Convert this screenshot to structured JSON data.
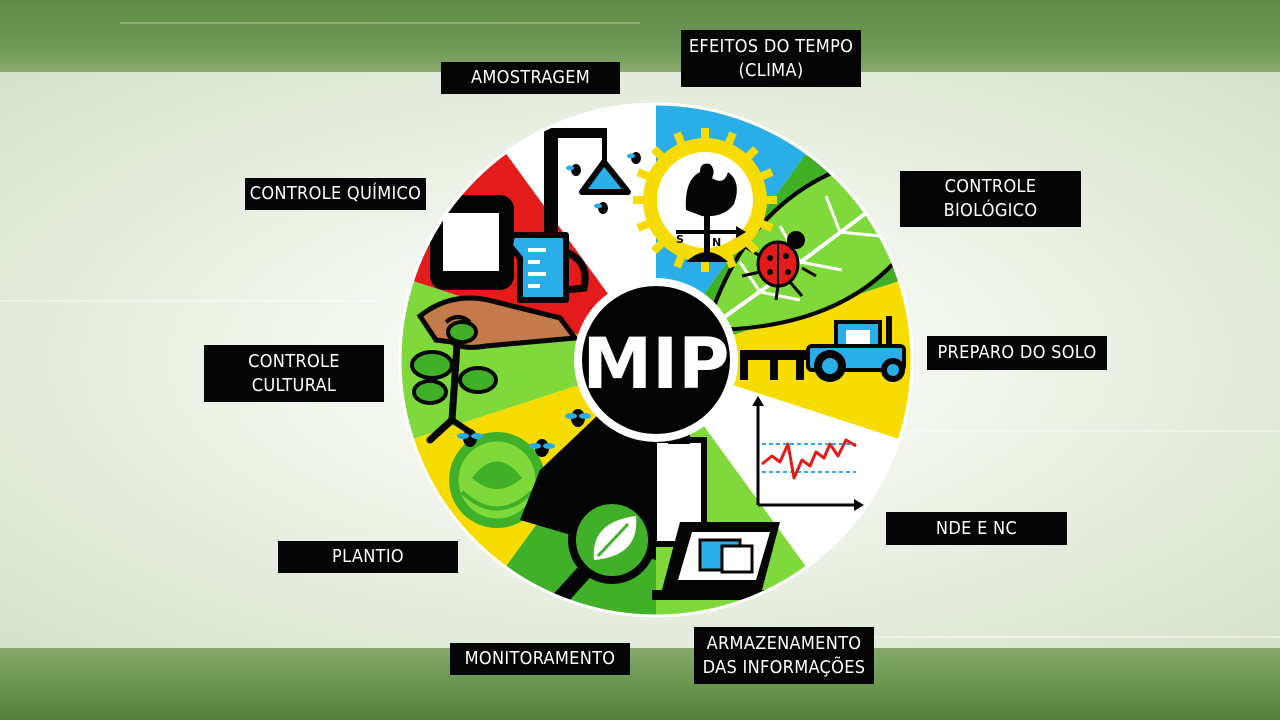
{
  "center": {
    "title": "MIP"
  },
  "labels": {
    "amostragem": "AMOSTRAGEM",
    "efeitos_do_tempo": "EFEITOS DO TEMPO\n(CLIMA)",
    "controle_biologico": "CONTROLE\nBIOLÓGICO",
    "preparo_do_solo": "PREPARO DO SOLO",
    "nde_e_nc": "NDE E NC",
    "armazenamento": "ARMAZENAMENTO\nDAS INFORMAÇÕES",
    "monitoramento": "MONITORAMENTO",
    "plantio": "PLANTIO",
    "controle_cultural": "CONTROLE\nCULTURAL",
    "controle_quimico": "CONTROLE QUÍMICO"
  },
  "weather_vane": {
    "south": "S",
    "north": "N"
  },
  "colors": {
    "white": "#ffffff",
    "sky_blue": "#29aee8",
    "green": "#3fb028",
    "yellow": "#f6dc00",
    "light_green": "#7fd93a",
    "red": "#e31b1b",
    "black": "#050505"
  }
}
